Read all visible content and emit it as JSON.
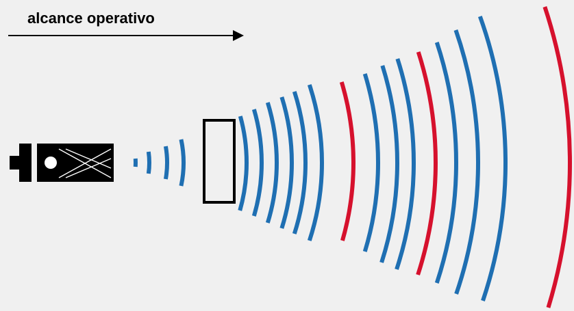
{
  "diagram": {
    "label": "alcance operativo",
    "colors": {
      "background": "#f0f0f0",
      "wave_blue": "#1f6fb2",
      "wave_red": "#d6112d",
      "ink": "#000000"
    },
    "waves": {
      "pattern": [
        "blue",
        "blue",
        "blue",
        "blue",
        "blue",
        "blue",
        "blue",
        "blue",
        "blue",
        "blue",
        "red",
        "blue",
        "blue",
        "blue",
        "red",
        "blue",
        "blue",
        "blue",
        "red"
      ],
      "pattern_note_count": 19
    },
    "icons": [
      "camera-icon",
      "range-arrow-icon",
      "object-box"
    ]
  }
}
